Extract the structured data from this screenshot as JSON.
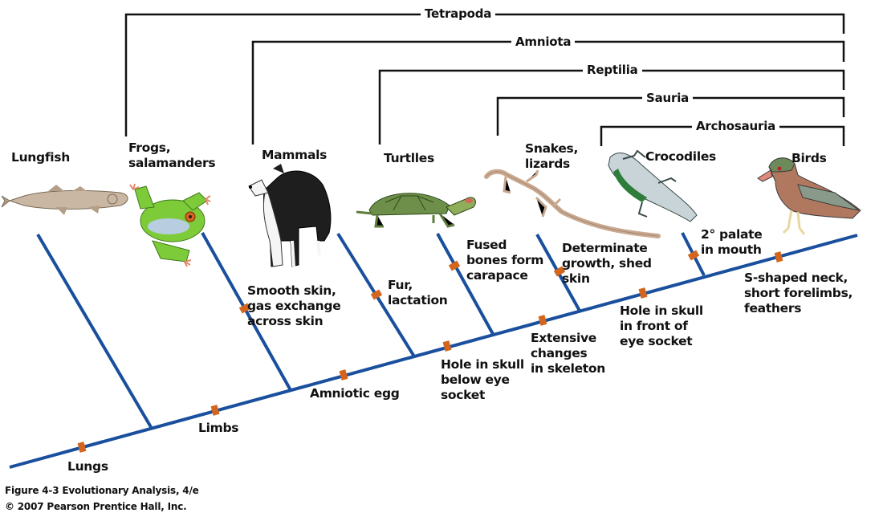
{
  "figure": {
    "caption_line1": "Figure 4-3  Evolutionary Analysis, 4/e",
    "caption_line2": "© 2007 Pearson Prentice Hall, Inc."
  },
  "colors": {
    "branch": "#1a4f9e",
    "trait_marker": "#d4651c",
    "bracket": "#111111",
    "text": "#111111"
  },
  "taxa": [
    {
      "id": "lungfish",
      "label": "Lungfish",
      "icon": "lungfish-icon"
    },
    {
      "id": "frogs",
      "label": "Frogs,\nsalamanders",
      "icon": "frog-icon"
    },
    {
      "id": "mammals",
      "label": "Mammals",
      "icon": "dog-icon"
    },
    {
      "id": "turtles",
      "label": "Turtlles",
      "icon": "turtle-icon"
    },
    {
      "id": "snakes",
      "label": "Snakes,\nlizards",
      "icon": "lizard-icon"
    },
    {
      "id": "crocodiles",
      "label": "Crocodiles",
      "icon": "crocodile-icon"
    },
    {
      "id": "birds",
      "label": "Birds",
      "icon": "duck-icon"
    }
  ],
  "clades": [
    {
      "label": "Tetrapoda",
      "from": "frogs",
      "to": "birds"
    },
    {
      "label": "Amniota",
      "from": "mammals",
      "to": "birds"
    },
    {
      "label": "Reptilia",
      "from": "turtles",
      "to": "birds"
    },
    {
      "label": "Sauria",
      "from": "snakes",
      "to": "birds"
    },
    {
      "label": "Archosauria",
      "from": "crocodiles",
      "to": "birds"
    }
  ],
  "traits": {
    "lungs": "Lungs",
    "limbs": "Limbs",
    "smooth_skin": "Smooth skin,\ngas exchange\nacross skin",
    "amniotic_egg": "Amniotic egg",
    "fur": "Fur,\nlactation",
    "hole_below_eye": "Hole in skull\nbelow eye\nsocket",
    "carapace": "Fused\nbones form\ncarapace",
    "skeleton": "Extensive\nchanges\nin skeleton",
    "determinate": "Determinate\ngrowth, shed\nskin",
    "hole_front_eye": "Hole in skull\nin front of\neye socket",
    "palate": "2° palate\nin mouth",
    "s_neck": "S-shaped neck,\nshort forelimbs,\nfeathers"
  }
}
